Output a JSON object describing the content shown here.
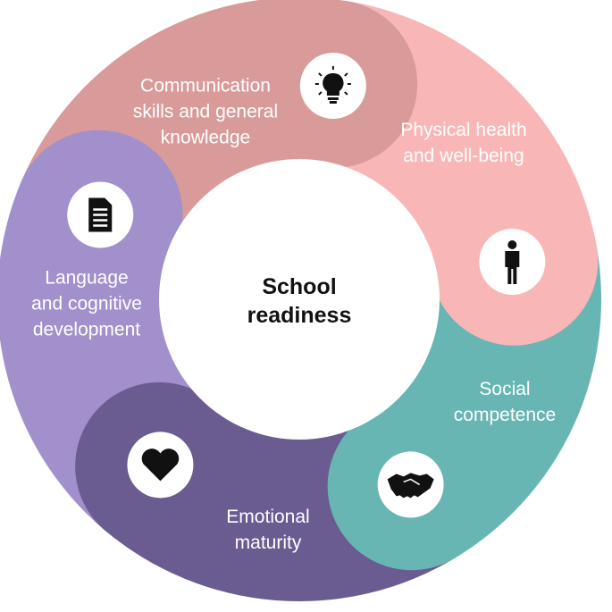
{
  "center": {
    "title": "School\nreadiness"
  },
  "segments": [
    {
      "label": "Communication\nskills and general\nknowledge",
      "icon": "lightbulb-icon",
      "color": "#d99b9a"
    },
    {
      "label": "Physical health\nand well-being",
      "icon": "person-icon",
      "color": "#f8b6b7"
    },
    {
      "label": "Social\ncompetence",
      "icon": "handshake-icon",
      "color": "#68b6b3"
    },
    {
      "label": "Emotional\nmaturity",
      "icon": "heart-icon",
      "color": "#6a5b91"
    },
    {
      "label": "Language\nand cognitive\ndevelopment",
      "icon": "document-icon",
      "color": "#a190cb"
    }
  ]
}
